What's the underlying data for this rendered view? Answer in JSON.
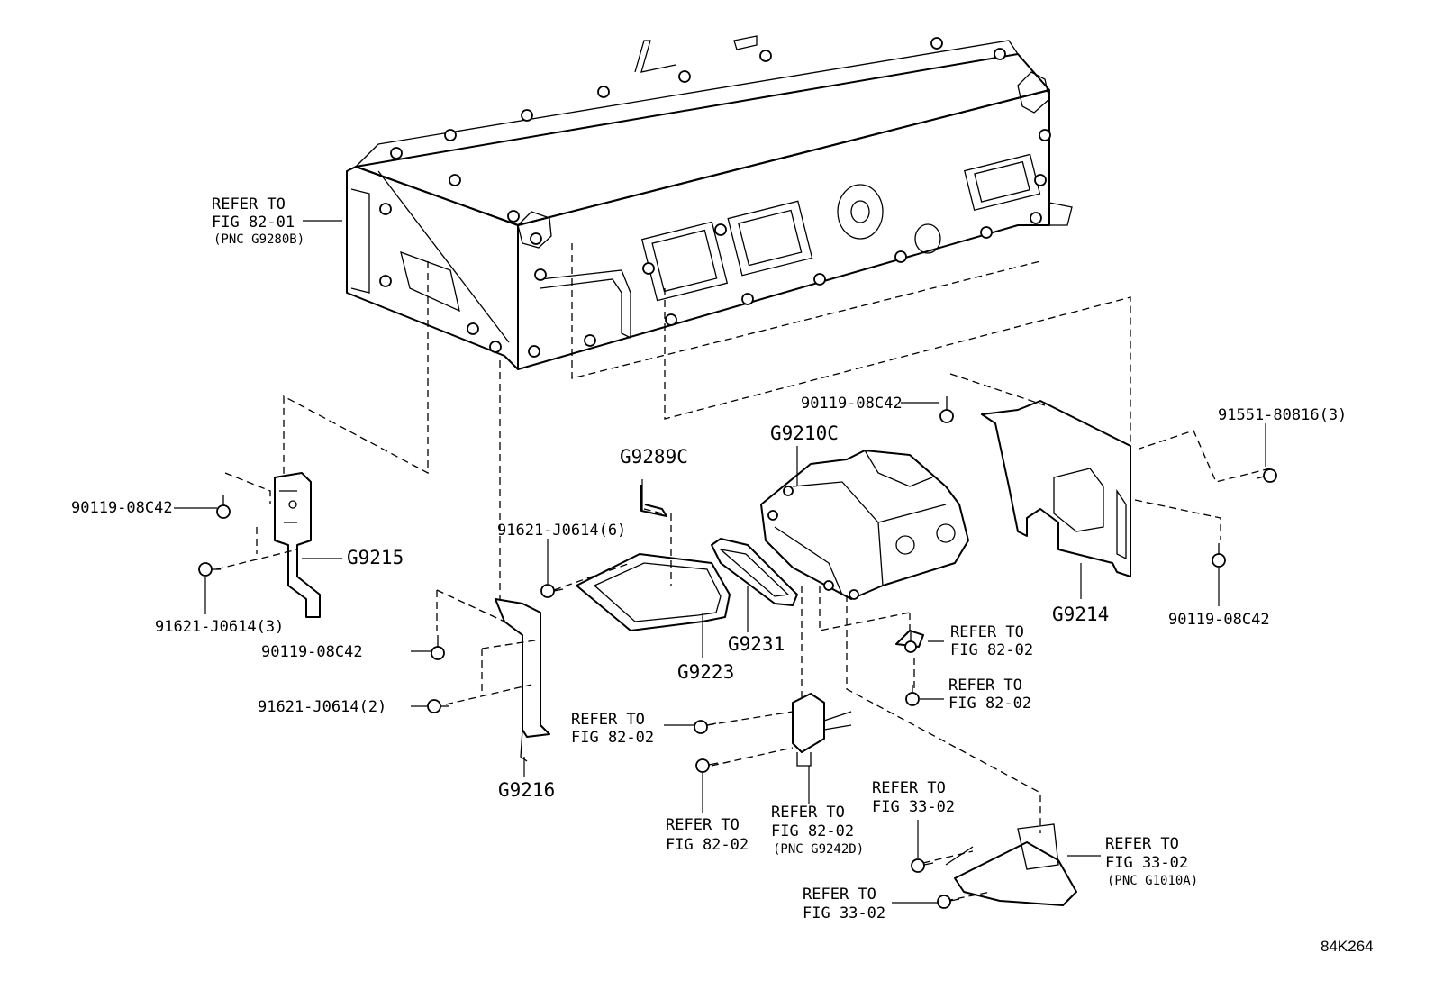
{
  "diagram_id": "84K264",
  "colors": {
    "line": "#000000",
    "background": "#ffffff"
  },
  "parts": {
    "g9210c": "G9210C",
    "g9289c": "G9289C",
    "g9215": "G9215",
    "g9216": "G9216",
    "g9223": "G9223",
    "g9231": "G9231",
    "g9214": "G9214"
  },
  "fasteners": {
    "f_90119_top": "90119-08C42",
    "f_90119_left": "90119-08C42",
    "f_90119_mid": "90119-08C42",
    "f_90119_right": "90119-08C42",
    "f_91551": "91551-80816(3)",
    "f_91621_6": "91621-J0614(6)",
    "f_91621_3": "91621-J0614(3)",
    "f_91621_2": "91621-J0614(2)"
  },
  "refs": {
    "ref_8201": {
      "l1": "REFER TO",
      "l2": "FIG 82-01",
      "l3": "(PNC G9280B)"
    },
    "ref_8202_a": {
      "l1": "REFER TO",
      "l2": "FIG 82-02"
    },
    "ref_8202_b": {
      "l1": "REFER TO",
      "l2": "FIG 82-02"
    },
    "ref_8202_c": {
      "l1": "REFER TO",
      "l2": "FIG 82-02"
    },
    "ref_8202_d": {
      "l1": "REFER TO",
      "l2": "FIG 82-02"
    },
    "ref_8202_pnc": {
      "l1": "REFER TO",
      "l2": "FIG 82-02",
      "l3": "(PNC G9242D)"
    },
    "ref_3302_a": {
      "l1": "REFER TO",
      "l2": "FIG 33-02"
    },
    "ref_3302_b": {
      "l1": "REFER TO",
      "l2": "FIG 33-02"
    },
    "ref_3302_pnc": {
      "l1": "REFER TO",
      "l2": "FIG 33-02",
      "l3": "(PNC G1010A)"
    }
  }
}
